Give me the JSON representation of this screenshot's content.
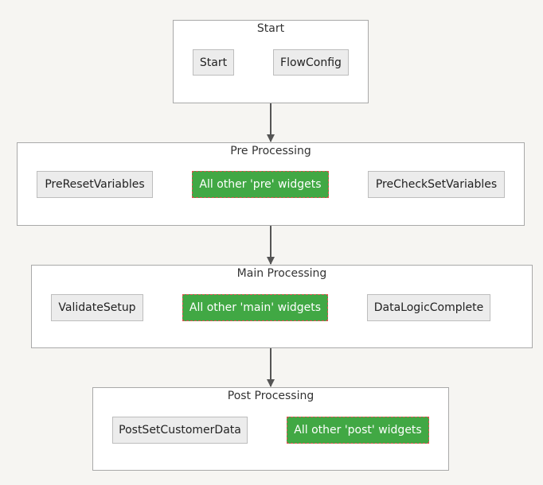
{
  "colors": {
    "background": "#f6f5f2",
    "group_fill": "#ffffff",
    "group_border": "#a9a9a9",
    "node_fill": "#ececec",
    "highlight_fill": "#41a844",
    "highlight_border": "#e05050",
    "edge": "#555555"
  },
  "groups": {
    "start": {
      "title": "Start",
      "nodes": {
        "start": "Start",
        "flowconfig": "FlowConfig"
      }
    },
    "pre": {
      "title": "Pre Processing",
      "nodes": {
        "reset": "PreResetVariables",
        "other": "All other 'pre' widgets",
        "check": "PreCheckSetVariables"
      }
    },
    "main": {
      "title": "Main Processing",
      "nodes": {
        "validate": "ValidateSetup",
        "other": "All other 'main' widgets",
        "complete": "DataLogicComplete"
      }
    },
    "post": {
      "title": "Post Processing",
      "nodes": {
        "setcustomer": "PostSetCustomerData",
        "other": "All other 'post' widgets"
      }
    }
  }
}
